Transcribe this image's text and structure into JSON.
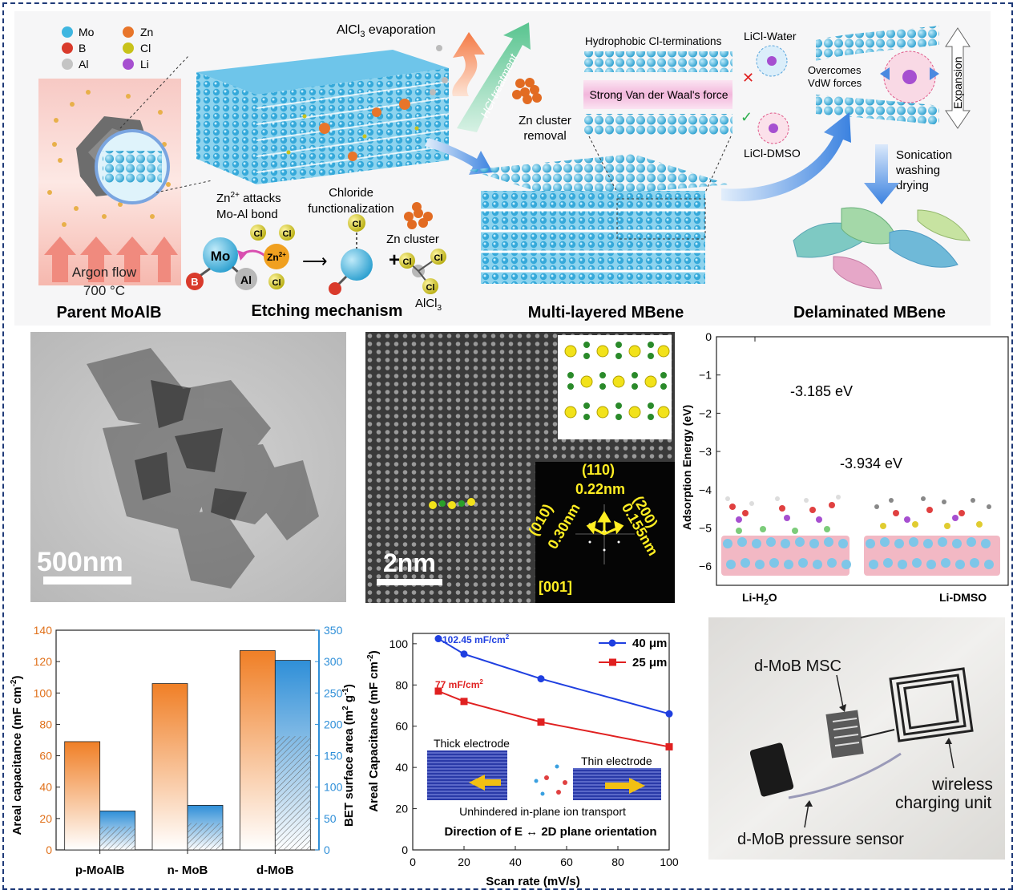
{
  "top": {
    "legend": [
      {
        "label": "Mo",
        "color": "#3fb6e0"
      },
      {
        "label": "Zn",
        "color": "#e8752a"
      },
      {
        "label": "B",
        "color": "#d93a2b"
      },
      {
        "label": "Cl",
        "color": "#c8c21a"
      },
      {
        "label": "Al",
        "color": "#c4c4c4"
      },
      {
        "label": "Li",
        "color": "#a64fd0"
      }
    ],
    "alcl3_evap": "AlCl",
    "alcl3_evap_sub": "3",
    "alcl3_evap_suffix": " evaporation",
    "hcl": "HCl treatment",
    "zn_removal_1": "Zn cluster",
    "zn_removal_2": "removal",
    "hydrophobic": "Hydrophobic Cl-terminations",
    "vdw": "Strong Van der Waal's force",
    "licl_water": "LiCl-Water",
    "licl_dmso": "LiCl-DMSO",
    "overcomes_1": "Overcomes",
    "overcomes_2": "VdW forces",
    "expansion": "Expansion",
    "sonication_1": "Sonication",
    "sonication_2": "washing",
    "sonication_3": "drying",
    "argon_1": "Argon flow",
    "argon_2": "700 °C",
    "zn_attacks_1": "Zn",
    "zn_attacks_sup": "2+",
    "zn_attacks_1b": " attacks",
    "zn_attacks_2": "Mo-Al bond",
    "chloride_1": "Chloride",
    "chloride_2": "functionalization",
    "zn_cluster": "Zn cluster",
    "alcl3": "AlCl",
    "alcl3_sub": "3",
    "plus": "+",
    "arrow": "⟶",
    "atom_mo": "Mo",
    "atom_b": "B",
    "atom_al": "Al",
    "atom_cl": "Cl",
    "atom_zn": "Zn",
    "atom_zn_sup": "2+",
    "cross": "✕",
    "check": "✓",
    "titles": [
      "Parent MoAlB",
      "Etching mechanism",
      "Multi-layered MBene",
      "Delaminated MBene"
    ]
  },
  "tem": {
    "scale": "500nm"
  },
  "stem": {
    "scale": "2nm",
    "fft": {
      "l110": "(110)",
      "d022": "0.22nm",
      "l010": "(010)",
      "d030": "0.30nm",
      "l200": "(200)",
      "d0155": "0.155nm",
      "zone": "[001]"
    }
  },
  "adsorption": {
    "chart_data": {
      "type": "bar",
      "categories": [
        "Li-H₂O",
        "Li-DMSO"
      ],
      "values": [
        -3.185,
        -3.934
      ],
      "value_labels": [
        "-3.185 eV",
        "-3.934 eV"
      ],
      "ylabel": "Adsorption Energy (eV)",
      "ylim": [
        -6.5,
        0
      ],
      "yticks": [
        "0",
        "−1",
        "−2",
        "−3",
        "−4",
        "−5",
        "−6"
      ],
      "cat_labels": [
        "Li-H",
        "2",
        "O",
        "Li-DMSO"
      ]
    }
  },
  "bet": {
    "chart_data": {
      "type": "bar",
      "categories": [
        "p-MoAlB",
        "n- MoB",
        "d-MoB"
      ],
      "series": [
        {
          "name": "Areal capacitance",
          "values": [
            69,
            106,
            127
          ]
        },
        {
          "name": "BET surface area",
          "values": [
            62,
            71,
            302
          ]
        }
      ],
      "ylabel_left": "Areal capacitance (mF cm",
      "ylabel_left_sup": "-2",
      "ylabel_left_end": ")",
      "ylabel_right": "BET surface area (m",
      "ylabel_right_sup": "2",
      "ylabel_right_mid": " g",
      "ylabel_right_sup2": "-1",
      "ylabel_right_end": ")",
      "ylim_left": [
        0,
        140
      ],
      "ylim_right": [
        0,
        350
      ],
      "yticks_left": [
        "0",
        "20",
        "40",
        "60",
        "80",
        "100",
        "120",
        "140"
      ],
      "yticks_right": [
        "0",
        "50",
        "100",
        "150",
        "200",
        "250",
        "300",
        "350"
      ]
    }
  },
  "scan": {
    "chart_data": {
      "type": "line",
      "x": [
        10,
        20,
        50,
        100
      ],
      "series": [
        {
          "name": "40 μm",
          "values": [
            102.45,
            95,
            83,
            66
          ]
        },
        {
          "name": "25 μm",
          "values": [
            77,
            72,
            62,
            50
          ]
        }
      ],
      "xlabel": "Scan rate (mV/s)",
      "ylabel": "Areal Capacitance (mF cm",
      "ylabel_sup": "-2",
      "ylabel_end": ")",
      "xlim": [
        0,
        100
      ],
      "ylim": [
        0,
        105
      ],
      "xticks": [
        "0",
        "20",
        "40",
        "60",
        "80",
        "100"
      ],
      "yticks": [
        "0",
        "20",
        "40",
        "60",
        "80",
        "100"
      ],
      "ann_40": "102.45 mF/cm",
      "ann_40_sup": "2",
      "ann_25": "77 mF/cm",
      "ann_25_sup": "2",
      "thick": "Thick electrode",
      "thin": "Thin electrode",
      "unhindered": "Unhindered in-plane ion transport",
      "direction": "Direction of E ↔ 2D plane orientation"
    }
  },
  "photo": {
    "msc": "d-MoB MSC",
    "wireless_1": "wireless",
    "wireless_2": "charging unit",
    "pressure": "d-MoB pressure sensor"
  },
  "colors": {
    "mo": "#3fb6e0",
    "orange": "#f07f26",
    "blue_bar": "#2f8fd8",
    "line40": "#1f3fe0",
    "line25": "#e02020",
    "fft_yellow": "#ffee22"
  }
}
